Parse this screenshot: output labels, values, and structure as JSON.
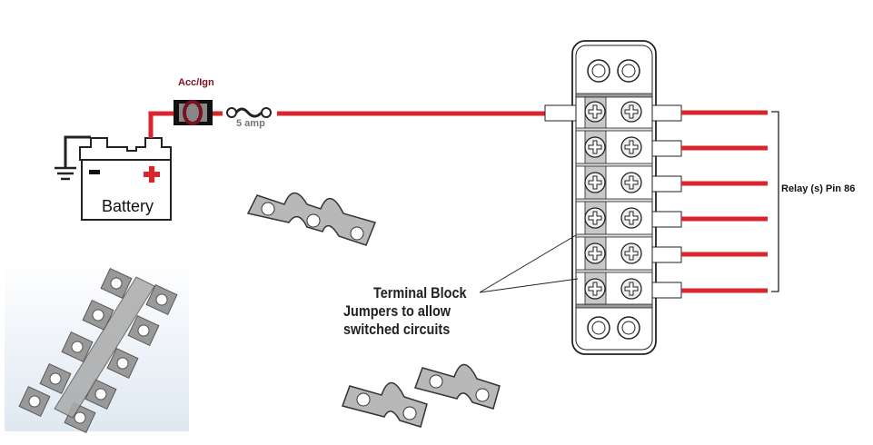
{
  "switch_label": "Acc/Ign",
  "fuse_label": "5 amp",
  "battery_label": "Battery",
  "relay_label": "Relay (s) Pin 86",
  "terminal_label": [
    "Terminal Block",
    "Jumpers to allow",
    "switched circuits"
  ],
  "colors": {
    "wire": "#d9262e",
    "switch": "#7a1020",
    "jumper": "#b5b5b5"
  }
}
